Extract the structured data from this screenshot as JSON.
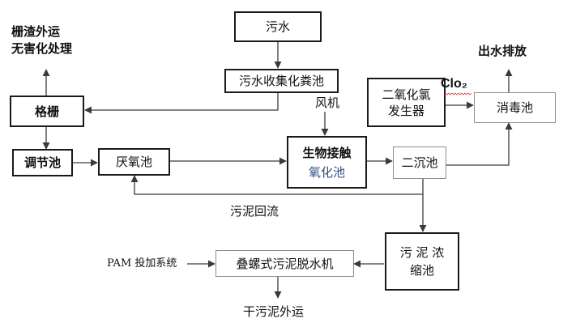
{
  "nodes": {
    "sewage": "污水",
    "septic_tank": "污水收集化粪池",
    "screen": "格栅",
    "regulating_tank": "调节池",
    "anaerobic_tank": "厌氧池",
    "contact_oxidation_line1": "生物接触",
    "contact_oxidation_line2": "氧化池",
    "secondary_clarifier": "二沉池",
    "chlorine_dioxide_generator_line1": "二氧化氯",
    "chlorine_dioxide_generator_line2": "发生器",
    "disinfection_tank": "消毒池",
    "sludge_thickener_line1": "污 泥 浓",
    "sludge_thickener_line2": "缩池",
    "screw_press": "叠螺式污泥脱水机"
  },
  "labels": {
    "screenings_line1": "栅渣外运",
    "screenings_line2": "无害化处理",
    "effluent": "出水排放",
    "blower": "风机",
    "clo2": "Clo₂",
    "sludge_return": "污泥回流",
    "pam_system": "PAM 投加系统",
    "dry_sludge": "干污泥外运"
  },
  "colors": {
    "line": "#3a3a3a",
    "oxidation_text": "#2f4f7f"
  }
}
